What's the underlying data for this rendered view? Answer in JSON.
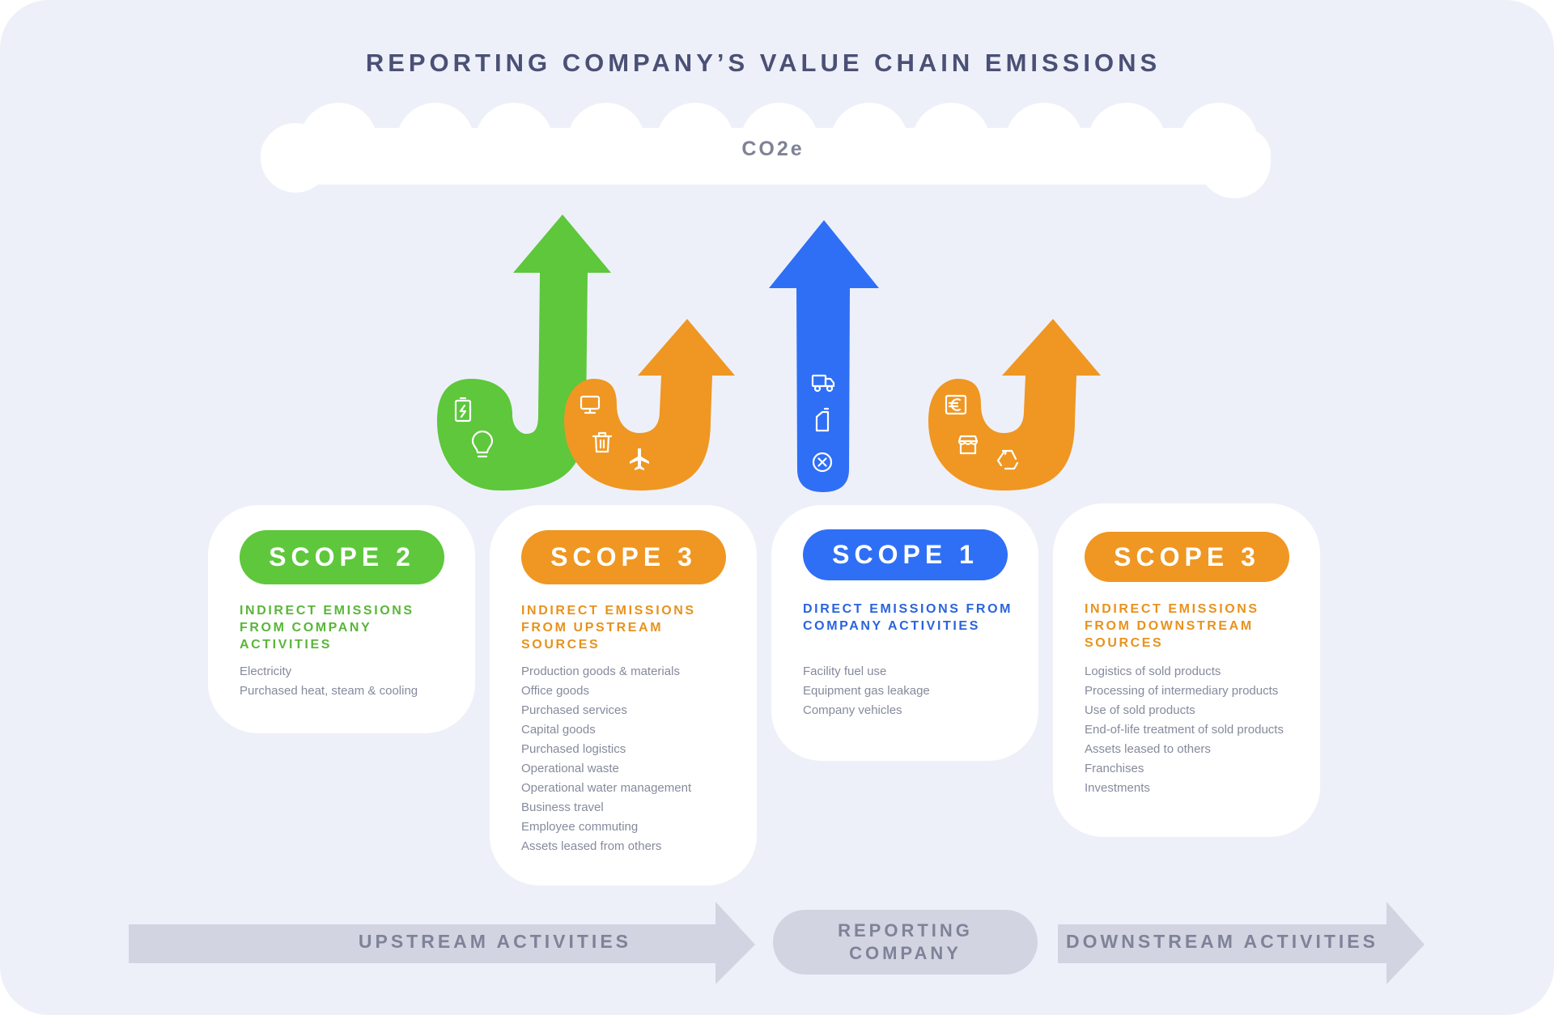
{
  "title": "REPORTING COMPANY’S VALUE CHAIN EMISSIONS",
  "cloud_label": "CO2e",
  "colors": {
    "green": "#5ec73c",
    "orange": "#ef9722",
    "blue": "#2f6ff6",
    "background": "#eef0f9",
    "band": "#d2d4e1"
  },
  "scopes": [
    {
      "pill": "SCOPE 2",
      "color": "green",
      "heading": "INDIRECT EMISSIONS FROM COMPANY ACTIVITIES",
      "items": [
        "Electricity",
        "Purchased heat, steam & cooling"
      ],
      "icons": [
        "battery-icon",
        "lightbulb-icon"
      ]
    },
    {
      "pill": "SCOPE 3",
      "color": "orange",
      "heading": "INDIRECT EMISSIONS FROM UPSTREAM SOURCES",
      "items": [
        "Production goods & materials",
        "Office goods",
        "Purchased services",
        "Capital goods",
        "Purchased logistics",
        "Operational waste",
        "Operational water management",
        "Business travel",
        "Employee commuting",
        "Assets leased from others"
      ],
      "icons": [
        "monitor-icon",
        "trash-icon",
        "airplane-icon"
      ]
    },
    {
      "pill": "SCOPE 1",
      "color": "blue",
      "heading": "DIRECT EMISSIONS FROM COMPANY ACTIVITIES",
      "items": [
        "Facility fuel use",
        "Equipment gas leakage",
        "Company vehicles"
      ],
      "icons": [
        "truck-icon",
        "fuel-can-icon",
        "x-circle-icon"
      ]
    },
    {
      "pill": "SCOPE 3",
      "color": "orange",
      "heading": "INDIRECT EMISSIONS FROM DOWNSTREAM SOURCES",
      "items": [
        "Logistics of sold products",
        "Processing of intermediary products",
        "Use of sold products",
        "End-of-life treatment of sold products",
        "Assets leased to others",
        "Franchises",
        "Investments"
      ],
      "icons": [
        "euro-icon",
        "store-icon",
        "recycle-icon"
      ]
    }
  ],
  "bands": {
    "upstream": "UPSTREAM ACTIVITIES",
    "reporting": [
      "REPORTING",
      "COMPANY"
    ],
    "downstream": "DOWNSTREAM ACTIVITIES"
  }
}
